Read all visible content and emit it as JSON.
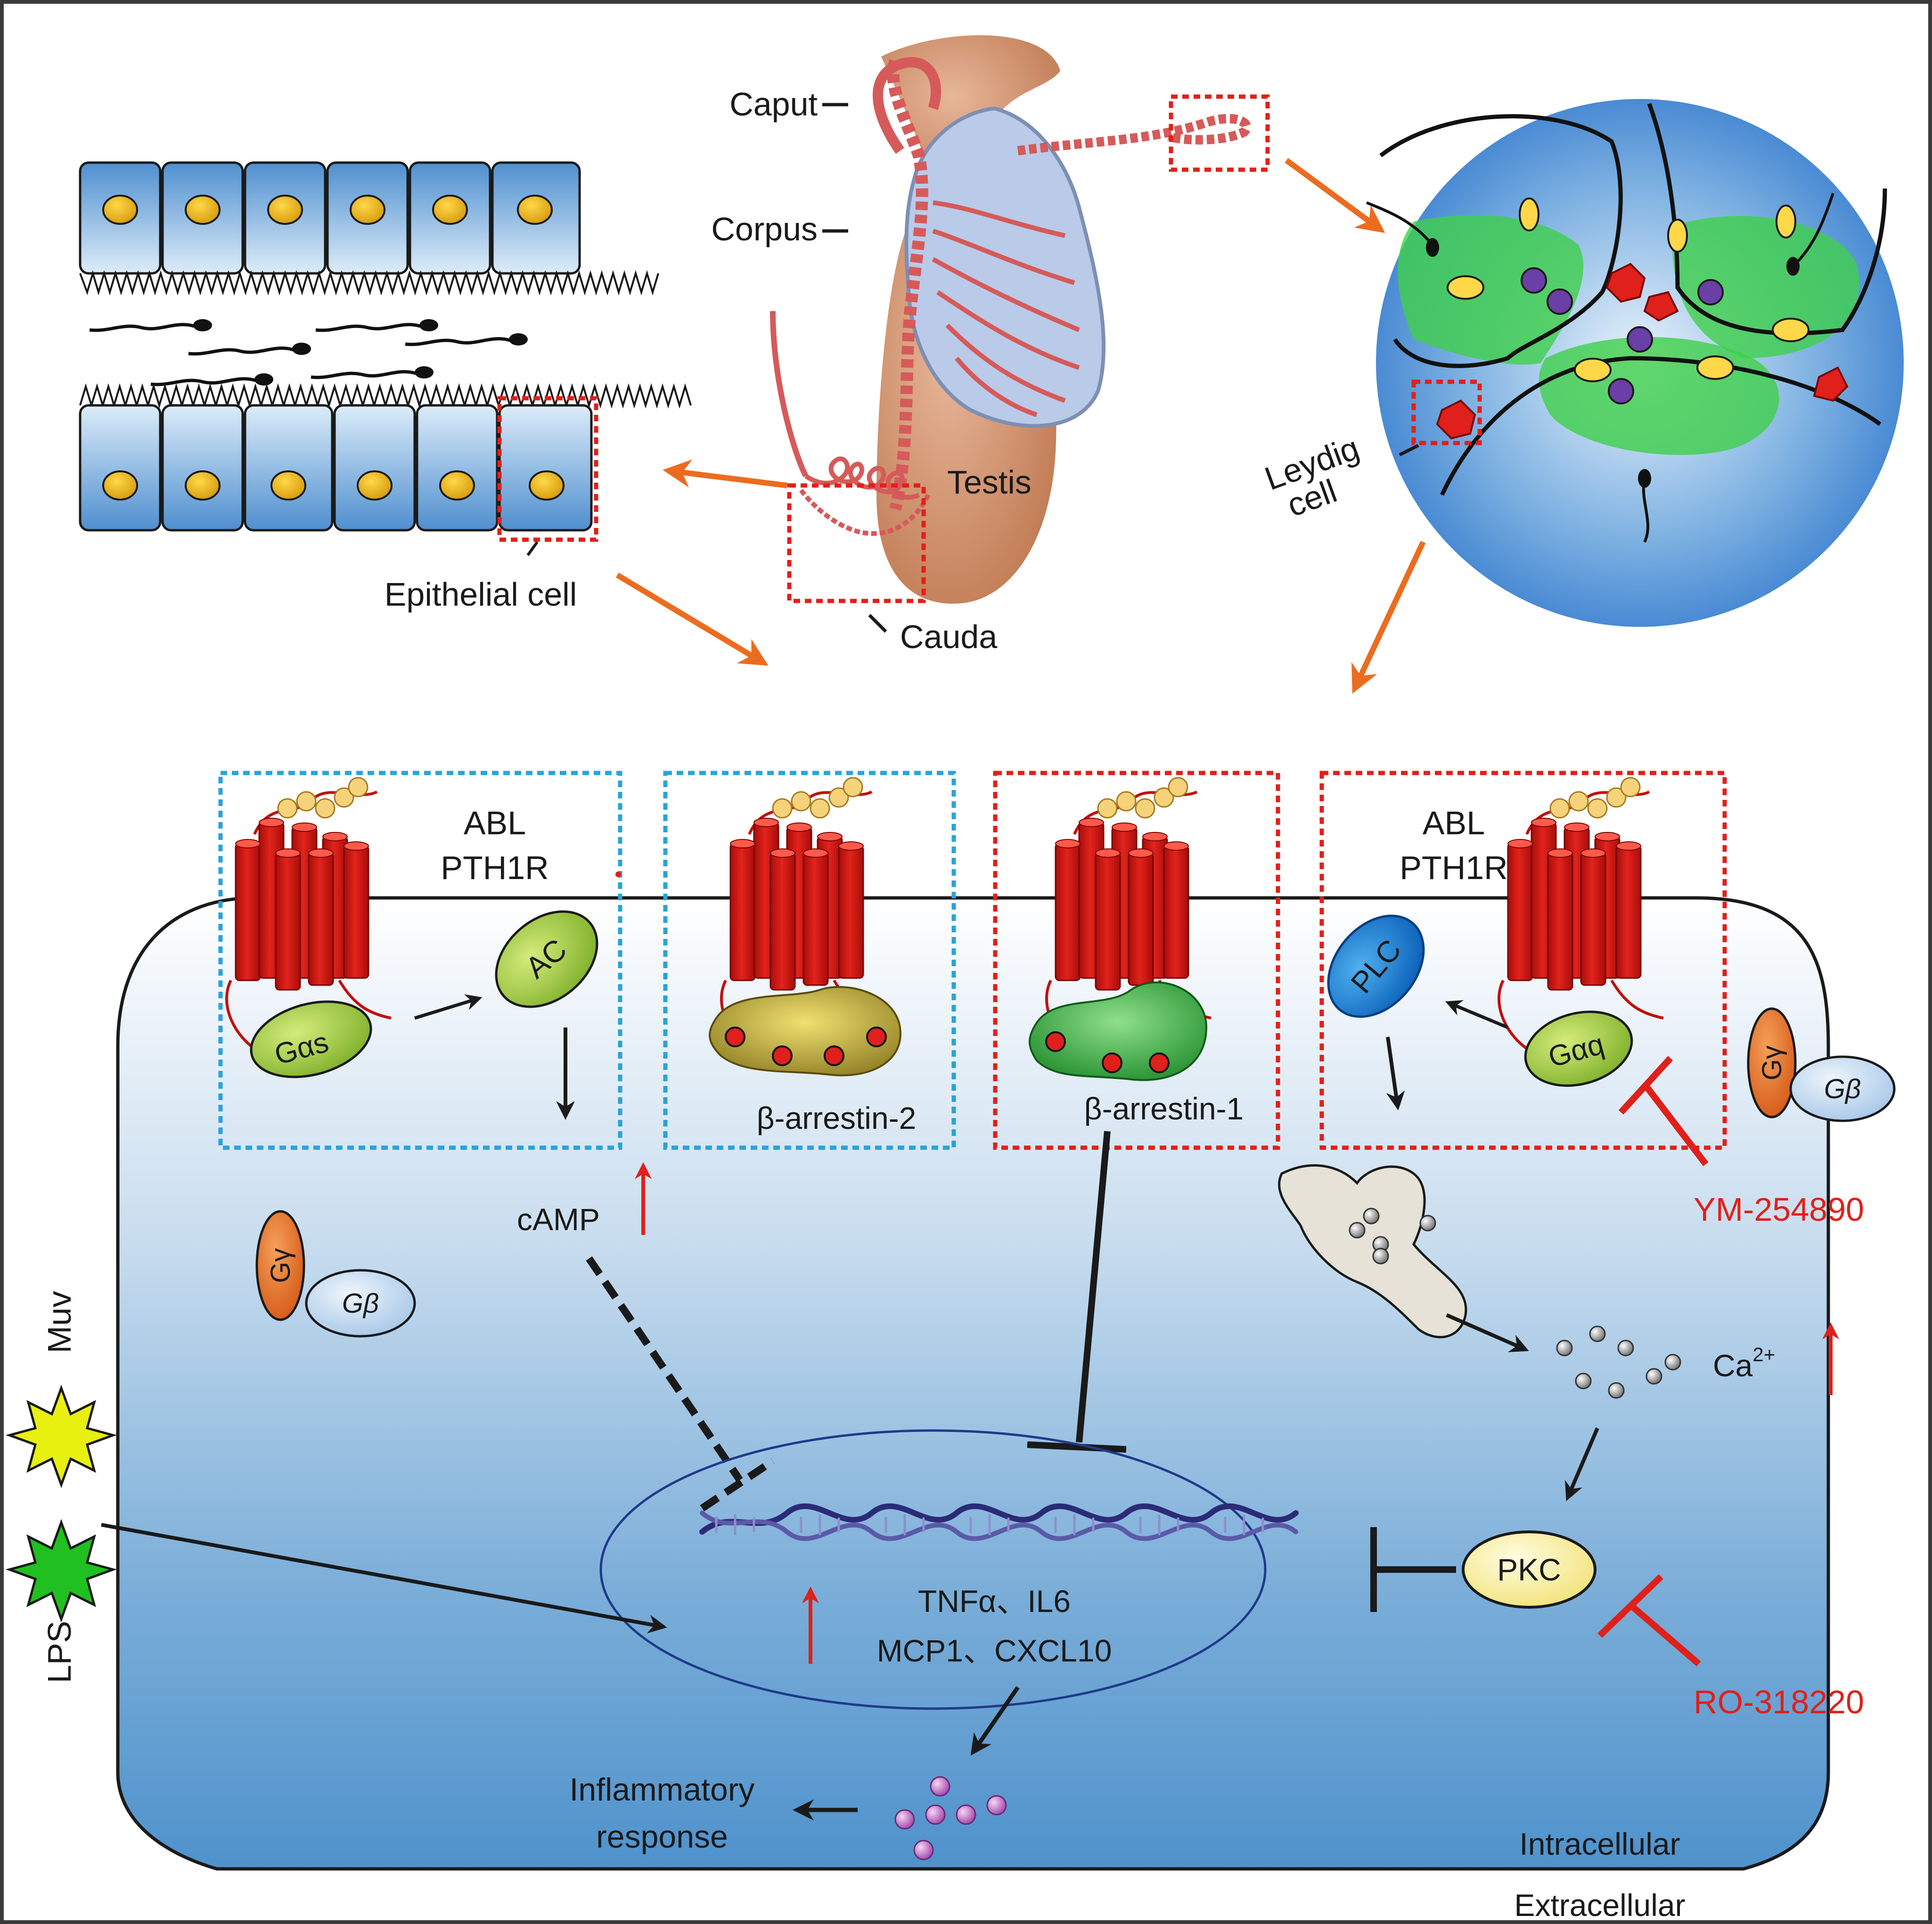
{
  "anatomy": {
    "caput": "Caput",
    "corpus": "Corpus",
    "testis": "Testis",
    "cauda": "Cauda",
    "epithelial_cell": "Epithelial cell",
    "leydig_line1": "Leydig",
    "leydig_line2": "cell"
  },
  "receptors": {
    "abl": "ABL",
    "pth1r": "PTH1R",
    "gas": "Gαs",
    "gaq": "Gαq",
    "ac": "AC",
    "plc": "PLC",
    "camp": "cAMP",
    "barr2": "β-arrestin-2",
    "barr1": "β-arrestin-1",
    "ggamma": "Gγ",
    "gbeta": "Gβ"
  },
  "signaling": {
    "ca": "Ca",
    "ca_sup": "2+",
    "pkc": "PKC",
    "ym": "YM-254890",
    "ro": "RO-318220",
    "cytokines_line1": "TNFα、IL6",
    "cytokines_line2": "MCP1、CXCL10",
    "inflammatory_line1": "Inflammatory",
    "inflammatory_line2": "response",
    "muv": "Muv",
    "lps": "LPS",
    "intracellular": "Intracellular",
    "extracellular": "Extracellular"
  },
  "colors": {
    "receptor_red": "#d0140f",
    "inhibitor_red": "#e0201a",
    "accent_orange": "#ec6c1f",
    "box_blue": "#2aa3d8",
    "box_red": "#e0201a",
    "cell_blue_top": "#ffffff",
    "cell_blue_bottom": "#5096ce",
    "gprotein_green": "#a7cf3a",
    "plc_blue": "#1a7fd0",
    "pkc_yellow": "#fff5a0"
  }
}
